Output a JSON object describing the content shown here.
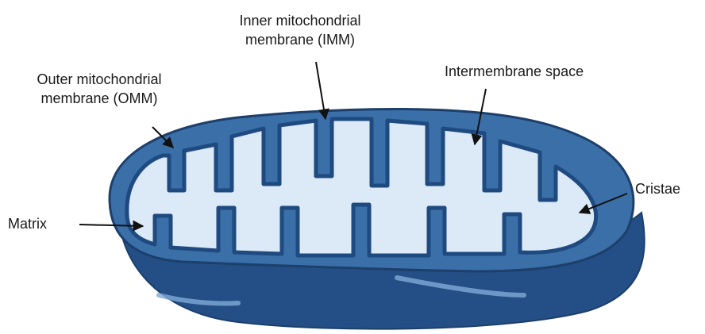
{
  "diagram": {
    "colors": {
      "outer_membrane": "#3a6fa8",
      "outer_edge": "#1c3f6b",
      "rim": "#2a5690",
      "body_dark": "#244f86",
      "intermembrane": "#4d7fb6",
      "inner_membrane": "#1f4a80",
      "matrix": "#dce9f6",
      "highlight": "#7fa9d6",
      "arrow": "#111111"
    },
    "labels": {
      "imm_line1": "Inner mitochondrial",
      "imm_line2": "membrane (IMM)",
      "omm_line1": "Outer mitochondrial",
      "omm_line2": "membrane (OMM)",
      "intermembrane": "Intermembrane space",
      "cristae": "Cristae",
      "matrix": "Matrix"
    },
    "icons": [
      "mitochondrion-illustration",
      "pointer-arrow"
    ]
  }
}
